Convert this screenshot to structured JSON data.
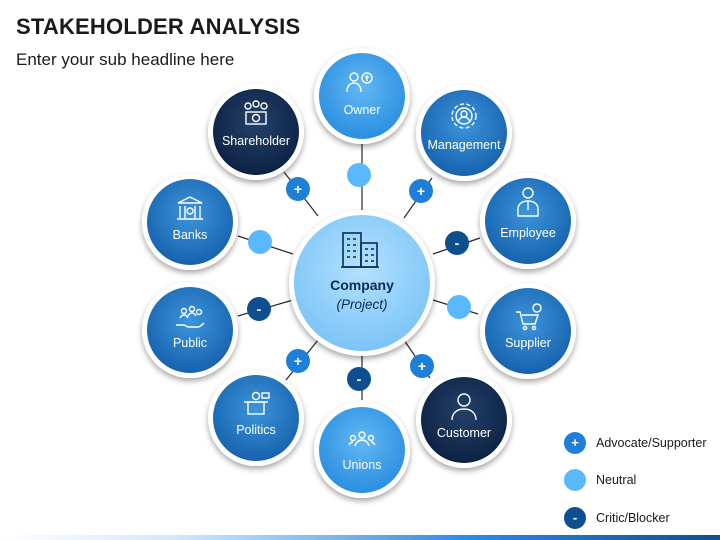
{
  "header": {
    "title": "STAKEHOLDER ANALYSIS",
    "subtitle": "Enter your sub headline here"
  },
  "center": {
    "label": "Company",
    "sublabel": "(Project)"
  },
  "stakeholders": [
    {
      "id": "owner",
      "label": "Owner",
      "icon": "owner-money-icon",
      "status": "neutral"
    },
    {
      "id": "management",
      "label": "Management",
      "icon": "management-gear-icon",
      "status": "advocate"
    },
    {
      "id": "employee",
      "label": "Employee",
      "icon": "employee-person-icon",
      "status": "critic"
    },
    {
      "id": "supplier",
      "label": "Supplier",
      "icon": "supplier-cart-icon",
      "status": "neutral"
    },
    {
      "id": "customer",
      "label": "Customer",
      "icon": "customer-person-icon",
      "status": "advocate"
    },
    {
      "id": "unions",
      "label": "Unions",
      "icon": "unions-group-icon",
      "status": "critic"
    },
    {
      "id": "politics",
      "label": "Politics",
      "icon": "politics-podium-icon",
      "status": "advocate"
    },
    {
      "id": "public",
      "label": "Public",
      "icon": "public-hand-people-icon",
      "status": "critic"
    },
    {
      "id": "banks",
      "label": "Banks",
      "icon": "bank-building-icon",
      "status": "neutral"
    },
    {
      "id": "shareholder",
      "label": "Shareholder",
      "icon": "shareholder-coins-icon",
      "status": "advocate"
    }
  ],
  "legend": [
    {
      "status": "advocate",
      "label": "Advocate/Supporter",
      "sign": "+"
    },
    {
      "status": "neutral",
      "label": "Neutral",
      "sign": ""
    },
    {
      "status": "critic",
      "label": "Critic/Blocker",
      "sign": "-"
    }
  ],
  "colors": {
    "advocate": "#1e7fd9",
    "neutral": "#5ab8ff",
    "critic": "#0d4f8f",
    "center_fill": "#8fd0ff",
    "line": "#1a1a1a"
  }
}
